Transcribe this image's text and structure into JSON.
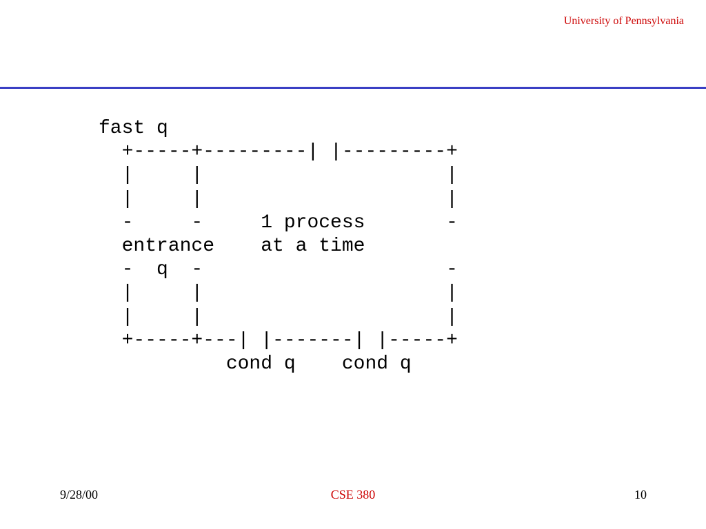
{
  "header": {
    "institution": "University of Pennsylvania"
  },
  "diagram": {
    "lines": [
      "fast q",
      "  +-----+---------| |---------+",
      "  |     |                     |",
      "  |     |                     |",
      "  -     -     1 process       -",
      "  entrance    at a time",
      "  -  q  -                     -",
      "  |     |                     |",
      "  |     |                     |",
      "  +-----+---| |-------| |-----+",
      "           cond q    cond q"
    ]
  },
  "footer": {
    "date": "9/28/00",
    "course": "CSE 380",
    "page_number": "10"
  },
  "colors": {
    "accent_red": "#cc0000",
    "rule_blue": "#3a3fc4"
  }
}
